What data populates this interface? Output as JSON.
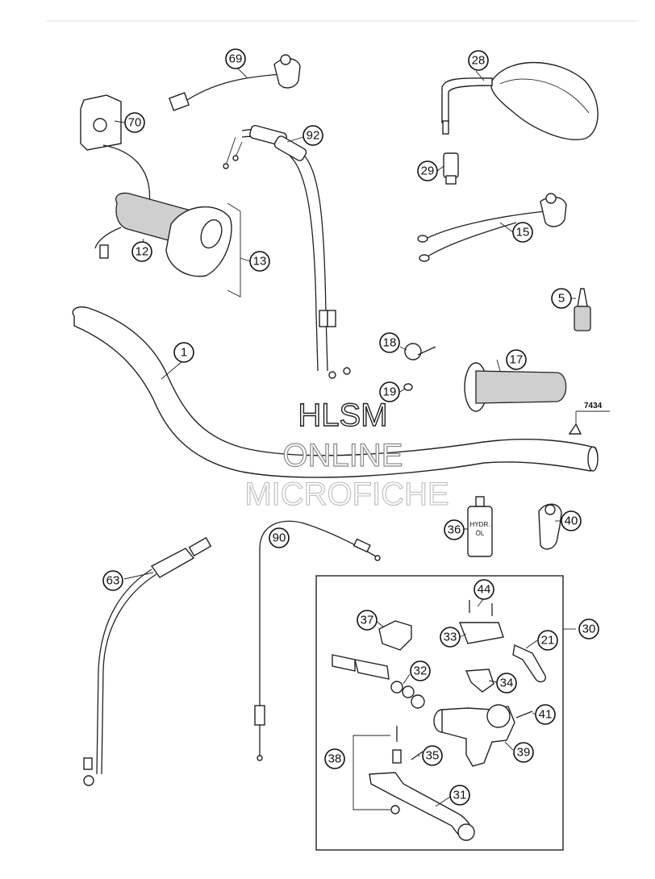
{
  "parts": [
    {
      "id": "p1",
      "label": "1"
    },
    {
      "id": "p5",
      "label": "5"
    },
    {
      "id": "p12",
      "label": "12"
    },
    {
      "id": "p13",
      "label": "13"
    },
    {
      "id": "p15",
      "label": "15"
    },
    {
      "id": "p17",
      "label": "17"
    },
    {
      "id": "p18",
      "label": "18"
    },
    {
      "id": "p19",
      "label": "19"
    },
    {
      "id": "p21",
      "label": "21"
    },
    {
      "id": "p28",
      "label": "28"
    },
    {
      "id": "p29",
      "label": "29"
    },
    {
      "id": "p30",
      "label": "30"
    },
    {
      "id": "p31",
      "label": "31"
    },
    {
      "id": "p32",
      "label": "32"
    },
    {
      "id": "p33",
      "label": "33"
    },
    {
      "id": "p34",
      "label": "34"
    },
    {
      "id": "p35",
      "label": "35"
    },
    {
      "id": "p36",
      "label": "36"
    },
    {
      "id": "p37",
      "label": "37"
    },
    {
      "id": "p38",
      "label": "38"
    },
    {
      "id": "p39",
      "label": "39"
    },
    {
      "id": "p40",
      "label": "40"
    },
    {
      "id": "p41",
      "label": "41"
    },
    {
      "id": "p44",
      "label": "44"
    },
    {
      "id": "p63",
      "label": "63"
    },
    {
      "id": "p69",
      "label": "69"
    },
    {
      "id": "p70",
      "label": "70"
    },
    {
      "id": "p90",
      "label": "90"
    },
    {
      "id": "p92",
      "label": "92"
    }
  ],
  "reference_label": "7434",
  "bottle_label": {
    "line1": "HYDR.",
    "line2": "ÖL"
  },
  "watermark": {
    "line1": "HLSM",
    "line2": "ONLINE",
    "line3": "MICROFICHE"
  }
}
